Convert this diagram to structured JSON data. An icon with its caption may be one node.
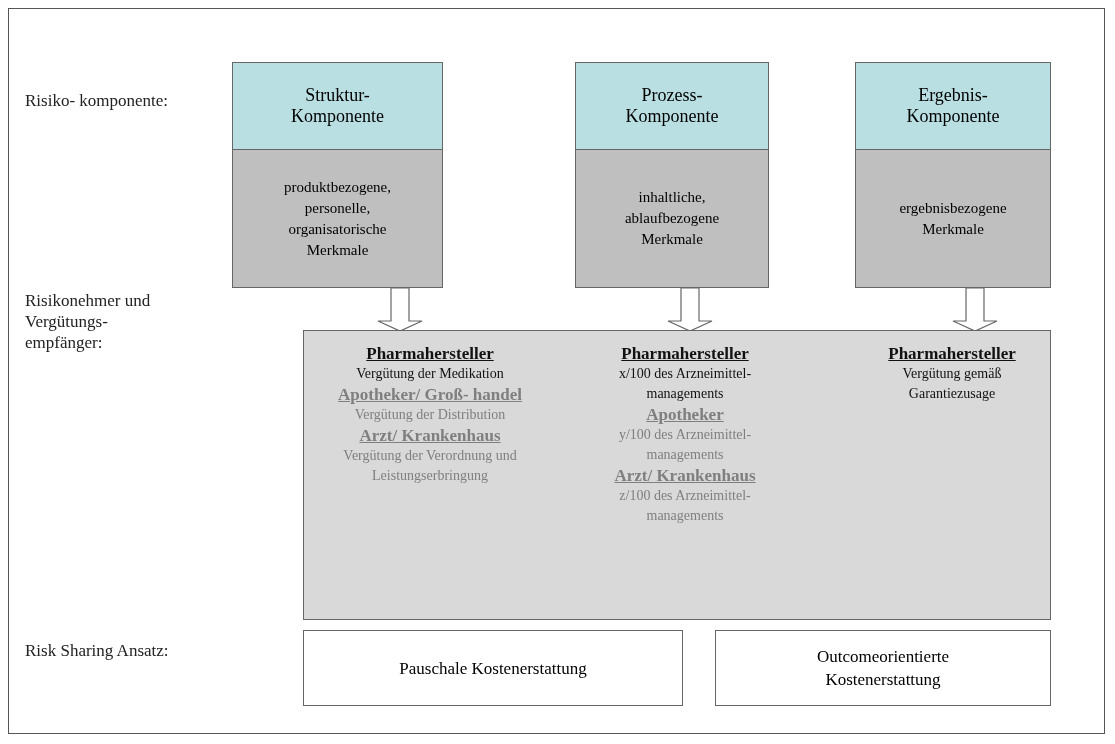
{
  "diagram": {
    "nodes": [
      {
        "text": [
          "Struktur- Komponente",
          "produktbezogene, personelle, organisatorische Merkmale"
        ]
      },
      {
        "text": [
          "Prozess- Komponente",
          "inhaltliche, ablaufbezogene Merkmale"
        ]
      },
      {
        "text": [
          "Ergebnis- Komponente",
          "ergebnisbezogene Merkmale"
        ]
      },
      {
        "text": [],
        "shape": "box"
      },
      {
        "text": [
          "Pharmahersteller",
          "Vergütung der Medikation",
          "Apotheker/ Groß- handel",
          "Vergütung der Distribution",
          "Arzt/ Krankenhaus",
          "Vergütung der Verordnung und Leistungserbringung"
        ],
        "in": 3
      },
      {
        "text": [
          "Pharmahersteller",
          "x/100 des Arzneimittel- managements",
          "Apotheker",
          "y/100 des Arzneimittel- managements",
          "Arzt/ Krankenhaus",
          "z/100 des Arzneimittel- managements"
        ],
        "in": 3
      },
      {
        "text": [
          "Pharmahersteller",
          "Vergütung gemäß Garantiezusage"
        ],
        "in": 3
      },
      {
        "text": [
          "Pauschale Kostenerstattung"
        ]
      },
      {
        "text": [
          "Outcomeorientierte Kostenerstattung"
        ]
      }
    ],
    "edges": [
      {
        "from": 0,
        "to": 4,
        "arrow": "to"
      },
      {
        "from": 1,
        "to": 5,
        "arrow": "to"
      },
      {
        "from": 2,
        "to": 6,
        "arrow": "to"
      }
    ],
    "labels": [
      "Risiko- komponente:",
      "Risikonehmer und Vergütungs- empfänger:",
      "Risk Sharing Ansatz:"
    ]
  }
}
